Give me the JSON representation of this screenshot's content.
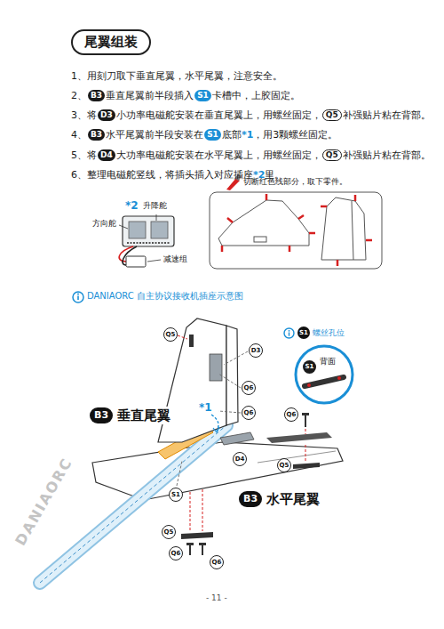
{
  "diagram": {
    "title": "尾翼组装",
    "nodes": [
      {
        "text": [
          "Q5"
        ]
      },
      {
        "text": [
          "S1",
          "螺丝孔位"
        ]
      },
      {
        "text": [
          "D3"
        ]
      },
      {
        "text": [
          "背面"
        ]
      },
      {
        "text": [
          "S1"
        ],
        "in": 3
      },
      {
        "text": [
          "Q6"
        ]
      },
      {
        "text": [
          "Q6"
        ]
      },
      {
        "text": [
          "B3",
          "垂直尾翼"
        ]
      },
      {
        "text": [
          "Q6"
        ]
      },
      {
        "text": [
          "D4"
        ]
      },
      {
        "text": [
          "Q5"
        ]
      },
      {
        "text": [
          "S1"
        ]
      },
      {
        "text": [
          "B3",
          "水平尾翼"
        ]
      },
      {
        "text": [
          "Q5"
        ]
      },
      {
        "text": [
          "Q6"
        ]
      },
      {
        "text": [
          "Q6"
        ]
      }
    ],
    "labels": [
      "1、用刻刀取下垂直尾翼，水平尾翼，注意安全。",
      "2、B3垂直尾翼前半段插入S1卡槽中，上胶固定。",
      "3、将D3小功率电磁舵安装在垂直尾翼上，用螺丝固定，Q5补强贴片粘在背部。",
      "4、B3水平尾翼前半段安装在S1底部*1，用3颗螺丝固定。",
      "5、将D4大功率电磁舵安装在水平尾翼上，用螺丝固定，Q5补强贴片粘在背部。",
      "6、整理电磁舵竖线，将插头插入对应插座*2里。",
      "*2",
      "升降舵",
      "方向舵",
      "减速组",
      "切断红色线部分，取下零件。",
      "DANIAORC 自主协议接收机插座示意图",
      "*1",
      "- 11 -",
      "DANIAORC"
    ]
  }
}
